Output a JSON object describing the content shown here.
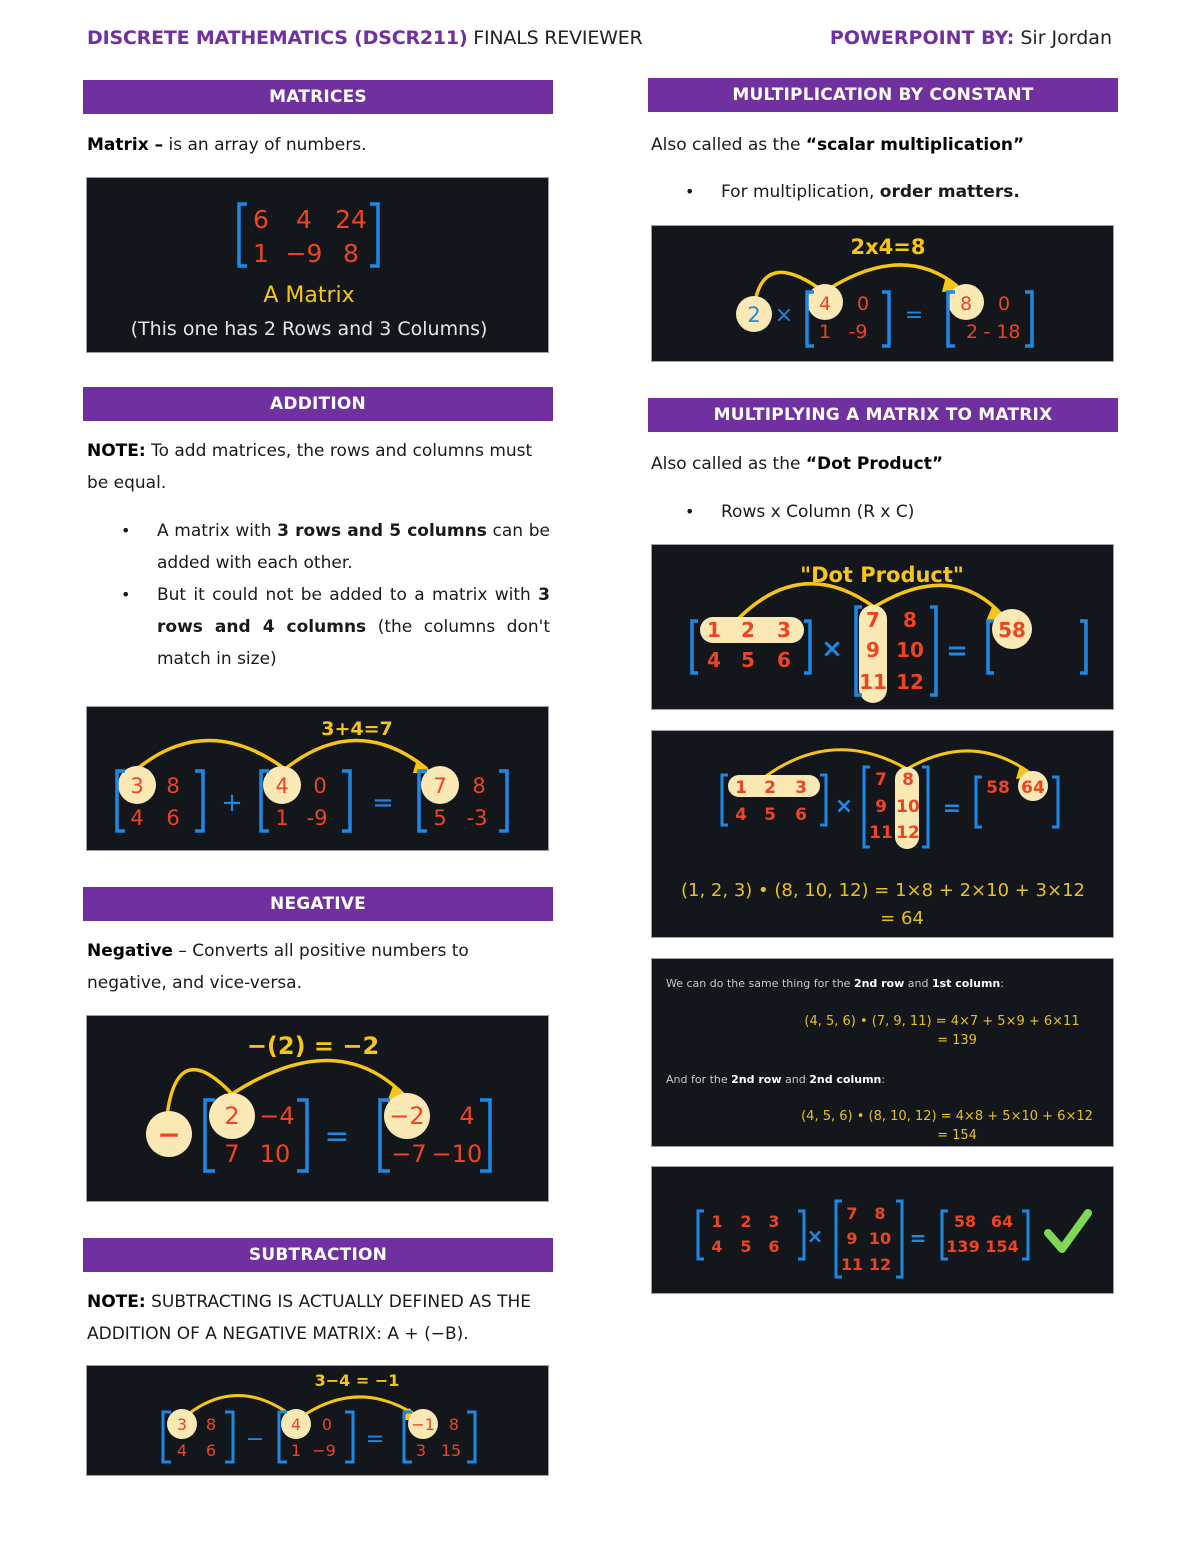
{
  "header": {
    "title_bold": "DISCRETE MATHEMATICS (DSCR211)",
    "title_plain": " FINALS REVIEWER",
    "credit_bold": "POWERPOINT BY:",
    "credit_plain": " Sir Jordan"
  },
  "colors": {
    "accent_purple": "#7030a0",
    "panel_bg": "#13161b",
    "matrix_number_red": "#ee4422",
    "bracket_blue": "#1e88e5",
    "highlight_yellow": "#f5c518",
    "circle_cream": "#fbe9b5",
    "check_green": "#7ed957"
  },
  "matrices": {
    "heading": "MATRICES",
    "definition_term": "Matrix –",
    "definition_text": " is an array of numbers.",
    "figure": {
      "matrix": [
        [
          "6",
          "4",
          "24"
        ],
        [
          "1",
          "−9",
          "8"
        ]
      ],
      "caption": "A Matrix",
      "subcaption": "(This one has 2 Rows and 3 Columns)"
    }
  },
  "addition": {
    "heading": "ADDITION",
    "note_label": "NOTE:",
    "note_text": " To add matrices, the rows and columns must be equal.",
    "bullets": [
      {
        "pre": "A matrix with ",
        "bold": "3 rows and 5 columns",
        "post": " can be added with each other."
      },
      {
        "pre": "But it could not be added to a matrix with ",
        "bold": "3 rows and 4 columns",
        "post": " (the columns don't match in size)"
      }
    ],
    "figure": {
      "label": "3+4=7",
      "a": [
        [
          "3",
          "8"
        ],
        [
          "4",
          "6"
        ]
      ],
      "b": [
        [
          "4",
          "0"
        ],
        [
          "1",
          "-9"
        ]
      ],
      "result": [
        [
          "7",
          "8"
        ],
        [
          "5",
          "-3"
        ]
      ],
      "operator": "+",
      "equals": "="
    }
  },
  "negative": {
    "heading": "NEGATIVE",
    "term": "Negative",
    "text": " – Converts all positive numbers to negative, and vice-versa.",
    "figure": {
      "label": "−(2) = −2",
      "sign": "−",
      "a": [
        [
          "2",
          "−4"
        ],
        [
          "7",
          "10"
        ]
      ],
      "result": [
        [
          "−2",
          "4"
        ],
        [
          "−7",
          "−10"
        ]
      ],
      "equals": "="
    }
  },
  "subtraction": {
    "heading": "SUBTRACTION",
    "note_label": "NOTE:",
    "note_text": " SUBTRACTING IS ACTUALLY DEFINED AS THE ADDITION OF A NEGATIVE MATRIX: A + (−B).",
    "figure": {
      "label": "3−4 = −1",
      "a": [
        [
          "3",
          "8"
        ],
        [
          "4",
          "6"
        ]
      ],
      "b": [
        [
          "4",
          "0"
        ],
        [
          "1",
          "−9"
        ]
      ],
      "result": [
        [
          "−1",
          "8"
        ],
        [
          "3",
          "15"
        ]
      ],
      "operator": "−",
      "equals": "="
    }
  },
  "scalar": {
    "heading": "MULTIPLICATION BY CONSTANT",
    "intro_pre": "Also called as the ",
    "intro_bold": "“scalar multiplication”",
    "bullet_pre": "For multiplication, ",
    "bullet_bold": "order matters.",
    "figure": {
      "label": "2x4=8",
      "scalar": "2",
      "operator": "×",
      "a": [
        [
          "4",
          "0"
        ],
        [
          "1",
          "-9"
        ]
      ],
      "result": [
        [
          "8",
          "0"
        ],
        [
          "2",
          "- 18"
        ]
      ],
      "equals": "="
    }
  },
  "matmul": {
    "heading": "MULTIPLYING A MATRIX TO MATRIX",
    "intro_pre": "Also called as the ",
    "intro_bold": "“Dot Product”",
    "bullet": "Rows x Column (R x C)",
    "figure1": {
      "label": "\"Dot Product\"",
      "a": [
        [
          "1",
          "2",
          "3"
        ],
        [
          "4",
          "5",
          "6"
        ]
      ],
      "b": [
        [
          "7",
          "8"
        ],
        [
          "9",
          "10"
        ],
        [
          "11",
          "12"
        ]
      ],
      "result": "58",
      "operator": "×",
      "equals": "="
    },
    "figure2": {
      "a": [
        [
          "1",
          "2",
          "3"
        ],
        [
          "4",
          "5",
          "6"
        ]
      ],
      "b": [
        [
          "7",
          "8"
        ],
        [
          "9",
          "10"
        ],
        [
          "11",
          "12"
        ]
      ],
      "result": [
        "58",
        "64"
      ],
      "operator": "×",
      "equals": "=",
      "formula_line1": "(1, 2, 3) • (8, 10, 12) = 1×8 + 2×10 + 3×12",
      "formula_line2": "= 64"
    },
    "figure3": {
      "line1_pre": "We can do the same thing for the ",
      "line1_bold1": "2nd row",
      "line1_mid": " and ",
      "line1_bold2": "1st column",
      "line1_post": ":",
      "formula1_line1": "(4, 5, 6) • (7, 9, 11) = 4×7 + 5×9 + 6×11",
      "formula1_line2": "= 139",
      "line2_pre": "And for the ",
      "line2_bold1": "2nd row",
      "line2_mid": " and ",
      "line2_bold2": "2nd column",
      "line2_post": ":",
      "formula2_line1": "(4, 5, 6) • (8, 10, 12) = 4×8 + 5×10 + 6×12",
      "formula2_line2": "= 154"
    },
    "figure4": {
      "a": [
        [
          "1",
          "2",
          "3"
        ],
        [
          "4",
          "5",
          "6"
        ]
      ],
      "b": [
        [
          "7",
          "8"
        ],
        [
          "9",
          "10"
        ],
        [
          "11",
          "12"
        ]
      ],
      "result": [
        [
          "58",
          "64"
        ],
        [
          "139",
          "154"
        ]
      ],
      "operator": "×",
      "equals": "=",
      "check_icon": "checkmark"
    }
  }
}
